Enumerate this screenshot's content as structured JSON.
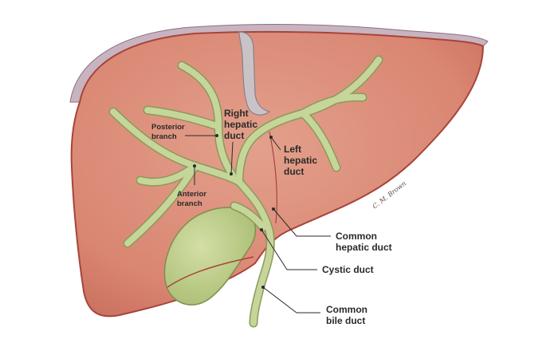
{
  "labels": {
    "posterior_branch": [
      "Posterior",
      "branch"
    ],
    "anterior_branch": [
      "Anterior",
      "branch"
    ],
    "right_hepatic_duct": [
      "Right",
      "hepatic",
      "duct"
    ],
    "left_hepatic_duct": [
      "Left",
      "hepatic",
      "duct"
    ],
    "common_hepatic_duct": [
      "Common",
      "hepatic duct"
    ],
    "cystic_duct": [
      "Cystic duct"
    ],
    "common_bile_duct": [
      "Common",
      "bile duct"
    ]
  },
  "signature": "C. M. Brown",
  "colors": {
    "liver_fill": "#d98672",
    "liver_edge": "#a8443a",
    "liver_rim": "#b9a7b3",
    "ligament": "#c9c3c8",
    "duct_fill": "#c6d59a",
    "duct_edge": "#8a9a5a",
    "gallbladder_fill": "#bfcf8c"
  }
}
